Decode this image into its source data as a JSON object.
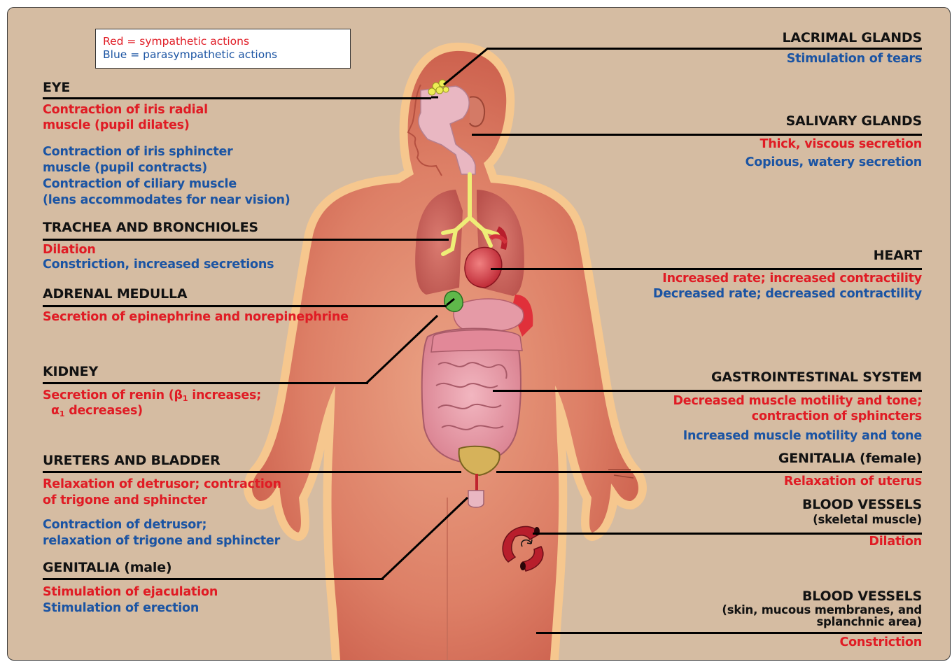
{
  "legend": {
    "sympathetic": "Red = sympathetic actions",
    "parasympathetic": "Blue = parasympathetic actions"
  },
  "colors": {
    "sympathetic": "#e01b24",
    "parasympathetic": "#1b54a3",
    "background": "#d5bca2",
    "body": "#d9735f",
    "body_outline": "#f5c68c"
  },
  "eye": {
    "title": "EYE",
    "symp_1": "Contraction of iris radial",
    "symp_2": "muscle (pupil dilates)",
    "para_1": "Contraction of iris sphincter",
    "para_2": "muscle (pupil contracts)",
    "para_3": "Contraction of ciliary muscle",
    "para_4": "(lens accommodates for near vision)"
  },
  "trachea": {
    "title": "TRACHEA AND BRONCHIOLES",
    "symp": "Dilation",
    "para": "Constriction, increased secretions"
  },
  "adrenal": {
    "title": "ADRENAL MEDULLA",
    "symp": "Secretion of epinephrine and norepinephrine"
  },
  "kidney": {
    "title": "KIDNEY",
    "symp_1_a": "Secretion of renin (β",
    "symp_1_sub": "1",
    "symp_1_b": " increases;",
    "symp_2_a": "α",
    "symp_2_sub": "1",
    "symp_2_b": " decreases)"
  },
  "ureters": {
    "title": "URETERS AND BLADDER",
    "symp_1": "Relaxation of detrusor; contraction",
    "symp_2": "of trigone and sphincter",
    "para_1": "Contraction of detrusor;",
    "para_2": "relaxation of trigone and sphincter"
  },
  "genitalia_male": {
    "title": "GENITALIA (male)",
    "symp": "Stimulation of ejaculation",
    "para": "Stimulation of erection"
  },
  "lacrimal": {
    "title": "LACRIMAL GLANDS",
    "para": "Stimulation of tears"
  },
  "salivary": {
    "title": "SALIVARY GLANDS",
    "symp": "Thick, viscous secretion",
    "para": "Copious, watery secretion"
  },
  "heart": {
    "title": "HEART",
    "symp": "Increased rate; increased contractility",
    "para": "Decreased rate; decreased contractility"
  },
  "gi": {
    "title": "GASTROINTESTINAL SYSTEM",
    "symp_1": "Decreased muscle motility and tone;",
    "symp_2": "contraction of sphincters",
    "para": "Increased muscle motility and tone"
  },
  "genitalia_female": {
    "title": "GENITALIA (female)",
    "symp": "Relaxation of uterus"
  },
  "vessels_muscle": {
    "title": "BLOOD VESSELS",
    "subtitle": "(skeletal muscle)",
    "symp": "Dilation"
  },
  "vessels_skin": {
    "title": "BLOOD VESSELS",
    "subtitle_1": "(skin, mucous membranes, and",
    "subtitle_2": "splanchnic area)",
    "symp": "Constriction"
  }
}
